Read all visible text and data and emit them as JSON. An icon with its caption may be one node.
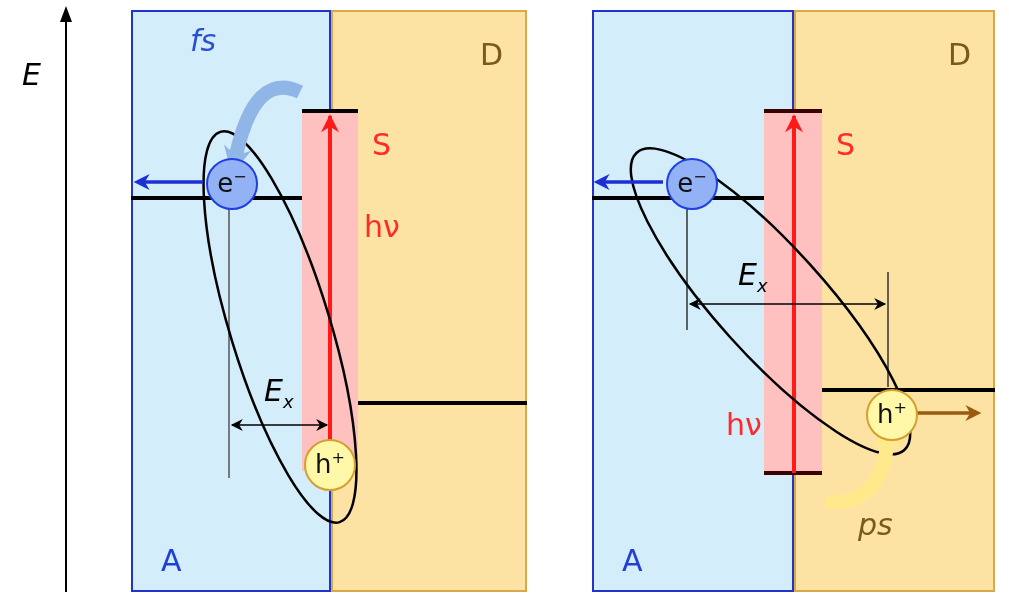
{
  "diagram": {
    "nodes": [
      {
        "text": [
          "A"
        ]
      },
      {
        "text": [
          "D"
        ]
      },
      {
        "text": [
          "e$^{−}$"
        ],
        "in": 0
      },
      {
        "text": [
          "h$^{+}$"
        ]
      },
      {
        "text": [
          "A"
        ]
      },
      {
        "text": [
          "D"
        ]
      },
      {
        "text": [
          "e$^{−}$"
        ],
        "in": 4
      },
      {
        "text": [
          "h$^{+}$"
        ],
        "in": 5
      }
    ],
    "edges": [
      {
        "from": 2,
        "to": null,
        "arrow": "to",
        "color": "#1a2fd6"
      },
      {
        "from": null,
        "to": 2,
        "arrow": "to",
        "style": "thick",
        "color": "#8fb6e6"
      },
      {
        "from": 6,
        "to": null,
        "arrow": "to",
        "color": "#1a2fd6"
      },
      {
        "from": 7,
        "to": null,
        "arrow": "to",
        "color": "#9a5a10"
      },
      {
        "from": null,
        "to": 7,
        "arrow": "to",
        "style": "thick",
        "color": "#ffe98a"
      }
    ],
    "labels": [
      "E",
      "fs",
      "S",
      "hν",
      "E$_{x}$",
      "S",
      "E$_{x}$",
      "hν",
      "ps"
    ]
  }
}
